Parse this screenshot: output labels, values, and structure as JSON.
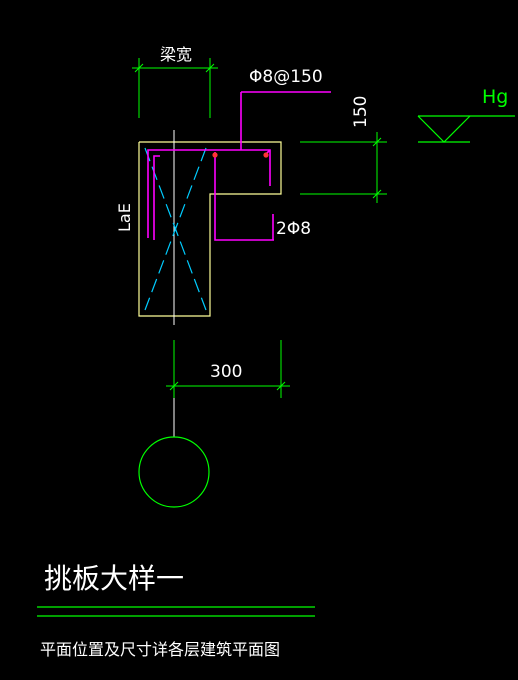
{
  "drawing": {
    "beam_width_label": "梁宽",
    "rebar_top_label": "Φ8@150",
    "rebar_bottom_label": "2Φ8",
    "anchor_label": "LaE",
    "height_dim": "150",
    "hg_label": "Hg",
    "dim_300": "300",
    "title": "挑板大样一",
    "note": "平面位置及尺寸详各层建筑平面图"
  },
  "colors": {
    "background": "#000000",
    "outline": "#ffff99",
    "dimension": "#00ff00",
    "rebar": "#ff00ff",
    "centerline": "#ffffff",
    "hatch": "#00ccff",
    "dot": "#ff3333",
    "title_text": "#ffffff"
  }
}
